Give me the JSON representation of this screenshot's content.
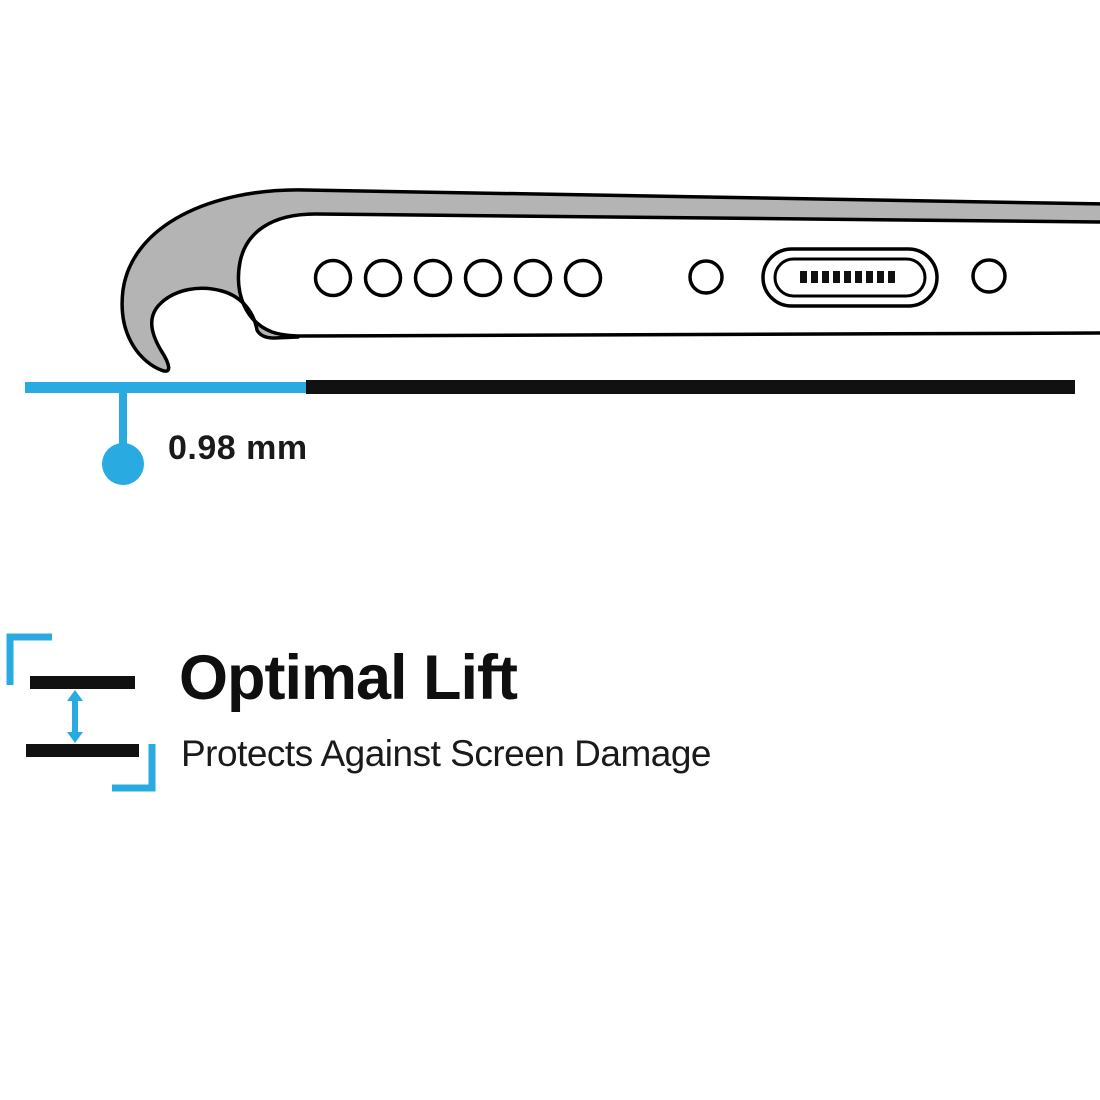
{
  "page": {
    "background": "#ffffff"
  },
  "illustration": {
    "subject": "phone-case-bottom-edge-side-view",
    "measurement_label": "0.98 mm",
    "speaker_hole_count": 6
  },
  "feature": {
    "title": "Optimal Lift",
    "subtitle": "Protects Against Screen Damage"
  },
  "colors": {
    "accent_cyan": "#29abe2",
    "case_gray": "#b4b4b4",
    "line_black": "#111111",
    "text_black": "#1a1a1a"
  }
}
